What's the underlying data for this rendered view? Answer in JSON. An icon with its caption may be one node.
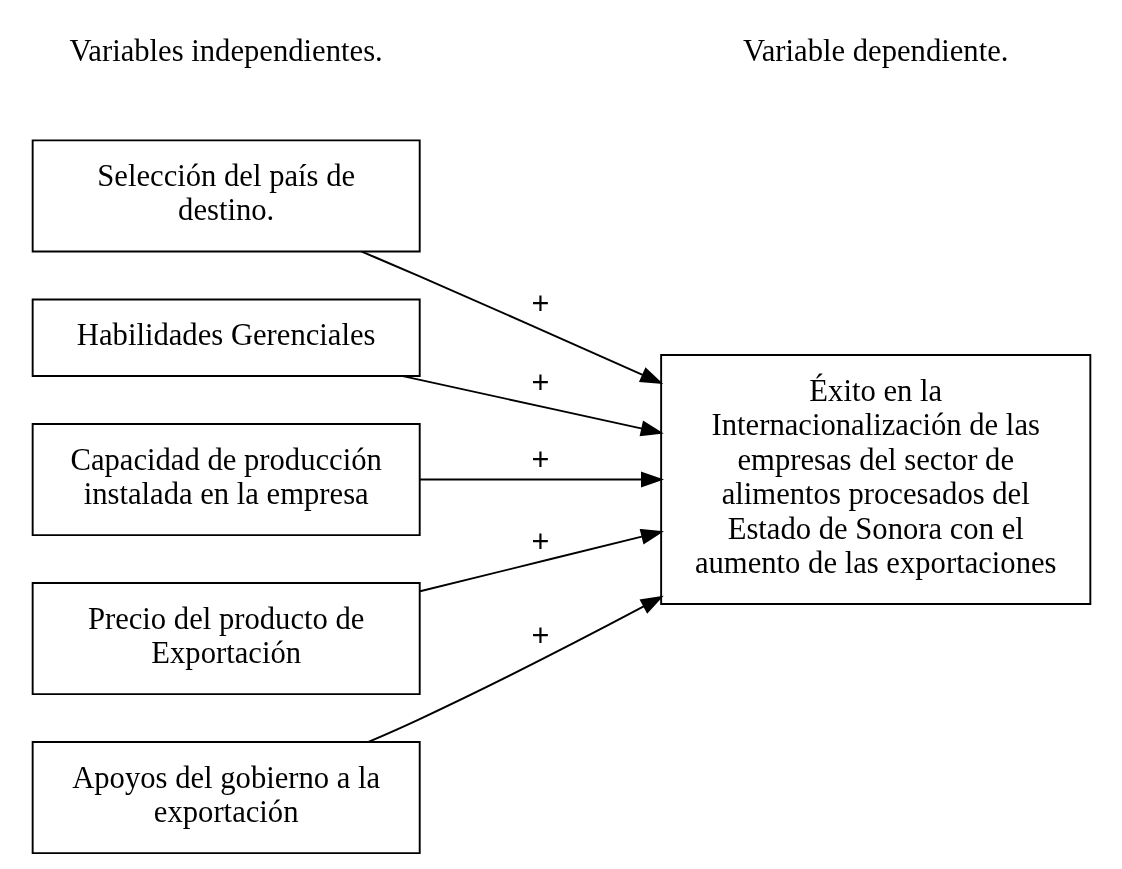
{
  "diagram": {
    "nodes": [
      {
        "text": [
          "Selección del país de destino."
        ]
      },
      {
        "text": [
          "Habilidades Gerenciales"
        ]
      },
      {
        "text": [
          "Capacidad de producción instalada en la empresa"
        ]
      },
      {
        "text": [
          "Precio del producto de Exportación"
        ]
      },
      {
        "text": [
          "Apoyos del gobierno a la exportación"
        ]
      },
      {
        "text": [
          "Éxito en la Internacionalización de las empresas del sector de alimentos procesados del Estado de Sonora con el aumento de las exportaciones"
        ]
      }
    ],
    "edges": [
      {
        "from": 0,
        "to": 5,
        "arrow": "to",
        "label": "+"
      },
      {
        "from": 1,
        "to": 5,
        "arrow": "to",
        "label": "+"
      },
      {
        "from": 2,
        "to": 5,
        "arrow": "to",
        "label": "+"
      },
      {
        "from": 3,
        "to": 5,
        "arrow": "to",
        "label": "+"
      },
      {
        "from": 4,
        "to": 5,
        "arrow": "to",
        "label": "+"
      }
    ],
    "labels": [
      "Variables independientes.",
      "Variable dependiente."
    ]
  }
}
